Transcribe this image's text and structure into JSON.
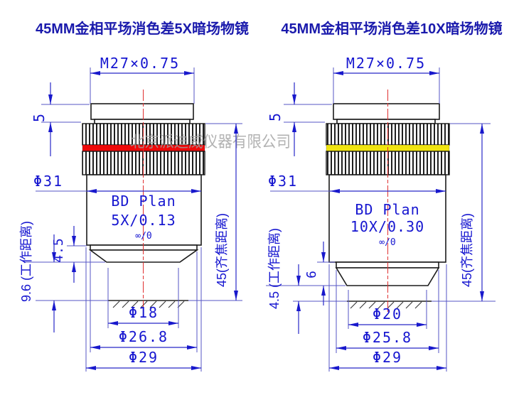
{
  "watermark": "北京派迪威仪器有限公司",
  "left": {
    "title": "45MM金相平场消色差5X暗场物镜",
    "thread_dim": "M27×0.75",
    "flange_dim": "5",
    "barrel_dia": "Φ31",
    "body_line1": "BD Plan",
    "body_line2": "5X/0.13",
    "body_line3": "∞/0",
    "parfocal_dim": "45(齐焦距离)",
    "shoulder_dim": "4.5",
    "working_dist_dim": "9.6 (工作距离)",
    "tip_dia": "Φ18",
    "mid_dia": "Φ26.8",
    "outer_dia": "Φ29"
  },
  "right": {
    "title": "45MM金相平场消色差10X暗场物镜",
    "thread_dim": "M27×0.75",
    "flange_dim": "5",
    "barrel_dia": "Φ31",
    "body_line1": "BD Plan",
    "body_line2": "10X/0.30",
    "body_line3": "∞/0",
    "parfocal_dim": "45(齐焦距离)",
    "nose_dim": "6",
    "working_dist_dim": "4.5 (工作距离)",
    "tip_dia": "Φ20",
    "mid_dia": "Φ25.8",
    "outer_dia": "Φ29"
  },
  "colors": {
    "dimension": "#2828c8",
    "title_blue": "#1a1aac",
    "outline": "#1b1b1b",
    "band_left": "#ee0a0a",
    "band_right": "#f0e411",
    "centerline": "#e03030",
    "watermark_gray": "#a0a0a0"
  }
}
